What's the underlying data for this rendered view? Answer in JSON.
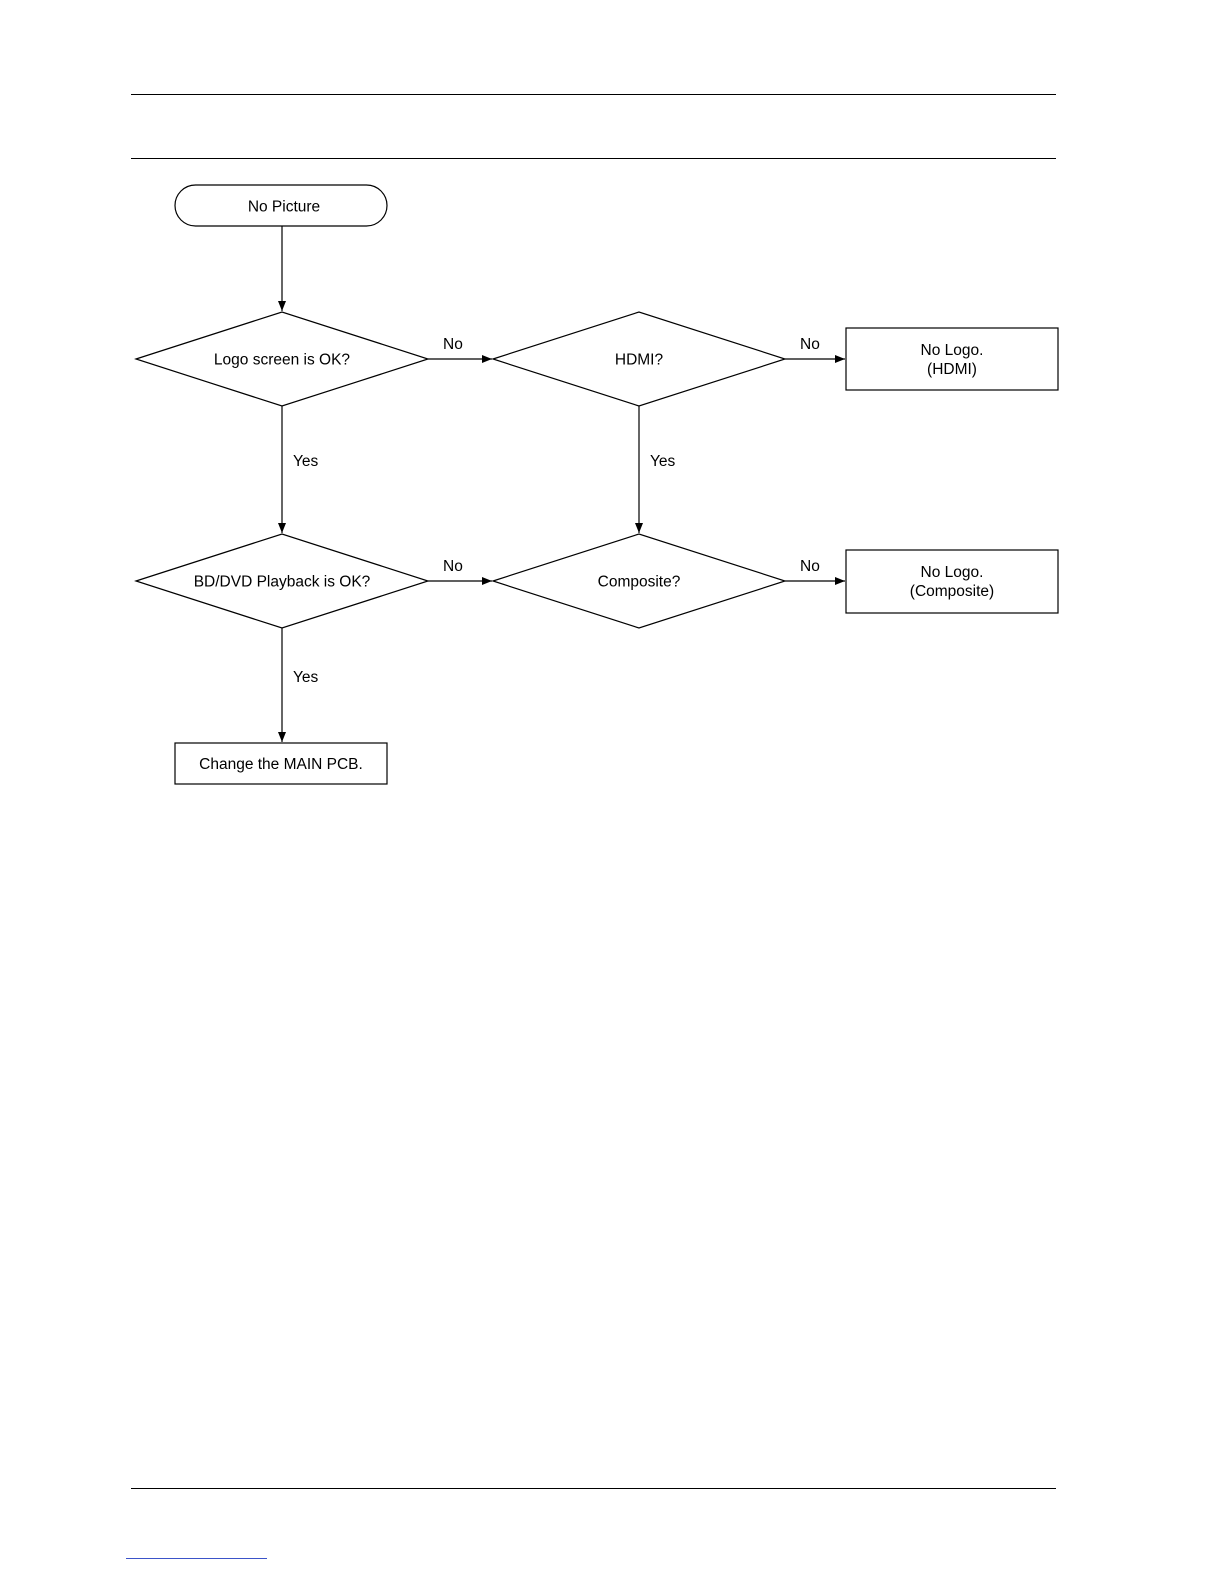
{
  "nodes": {
    "start": "No Picture",
    "logo_screen": "Logo screen is OK?",
    "hdmi": "HDMI?",
    "no_logo_hdmi": [
      "No Logo.",
      "(HDMI)"
    ],
    "bd_dvd": "BD/DVD Playback is OK?",
    "composite": "Composite?",
    "no_logo_composite": [
      "No Logo.",
      "(Composite)"
    ],
    "change_pcb": "Change the MAIN PCB."
  },
  "edge_labels": {
    "logo_no": "No",
    "logo_yes": "Yes",
    "hdmi_no": "No",
    "hdmi_yes": "Yes",
    "bd_no": "No",
    "bd_yes": "Yes",
    "composite_no": "No"
  },
  "colors": {
    "line": "#000000",
    "footer_link": "#3b53c9"
  }
}
